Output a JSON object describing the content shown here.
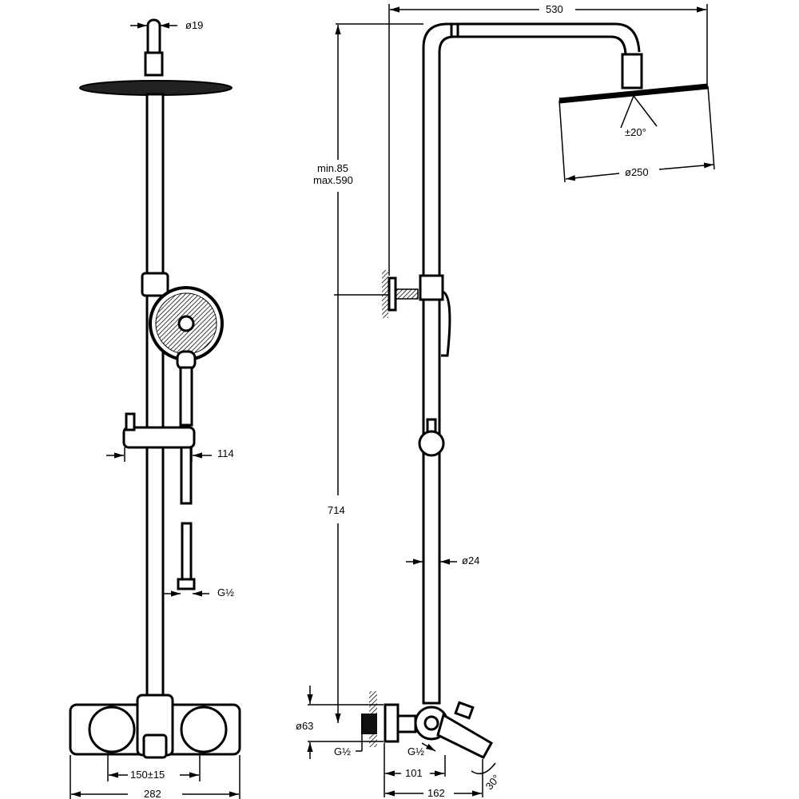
{
  "front_view": {
    "dims": {
      "nozzle_diameter": "ø19",
      "holder_projection": "114",
      "hose_thread": "G½",
      "inlet_spacing": "150±15",
      "mixer_width": "282"
    }
  },
  "side_view": {
    "dims": {
      "overhead_reach": "530",
      "head_tilt": "±20°",
      "head_diameter": "ø250",
      "height_adjust_min": "min.85",
      "height_adjust_max": "max.590",
      "pipe_length": "714",
      "pipe_diameter": "ø24",
      "mixer_height": "ø63",
      "inlet_thread": "G½",
      "outlet_thread": "G½",
      "inlet_depth": "101",
      "mixer_depth": "162",
      "spout_angle": "30°"
    }
  },
  "colors": {
    "line": "#000000",
    "background": "#ffffff"
  }
}
